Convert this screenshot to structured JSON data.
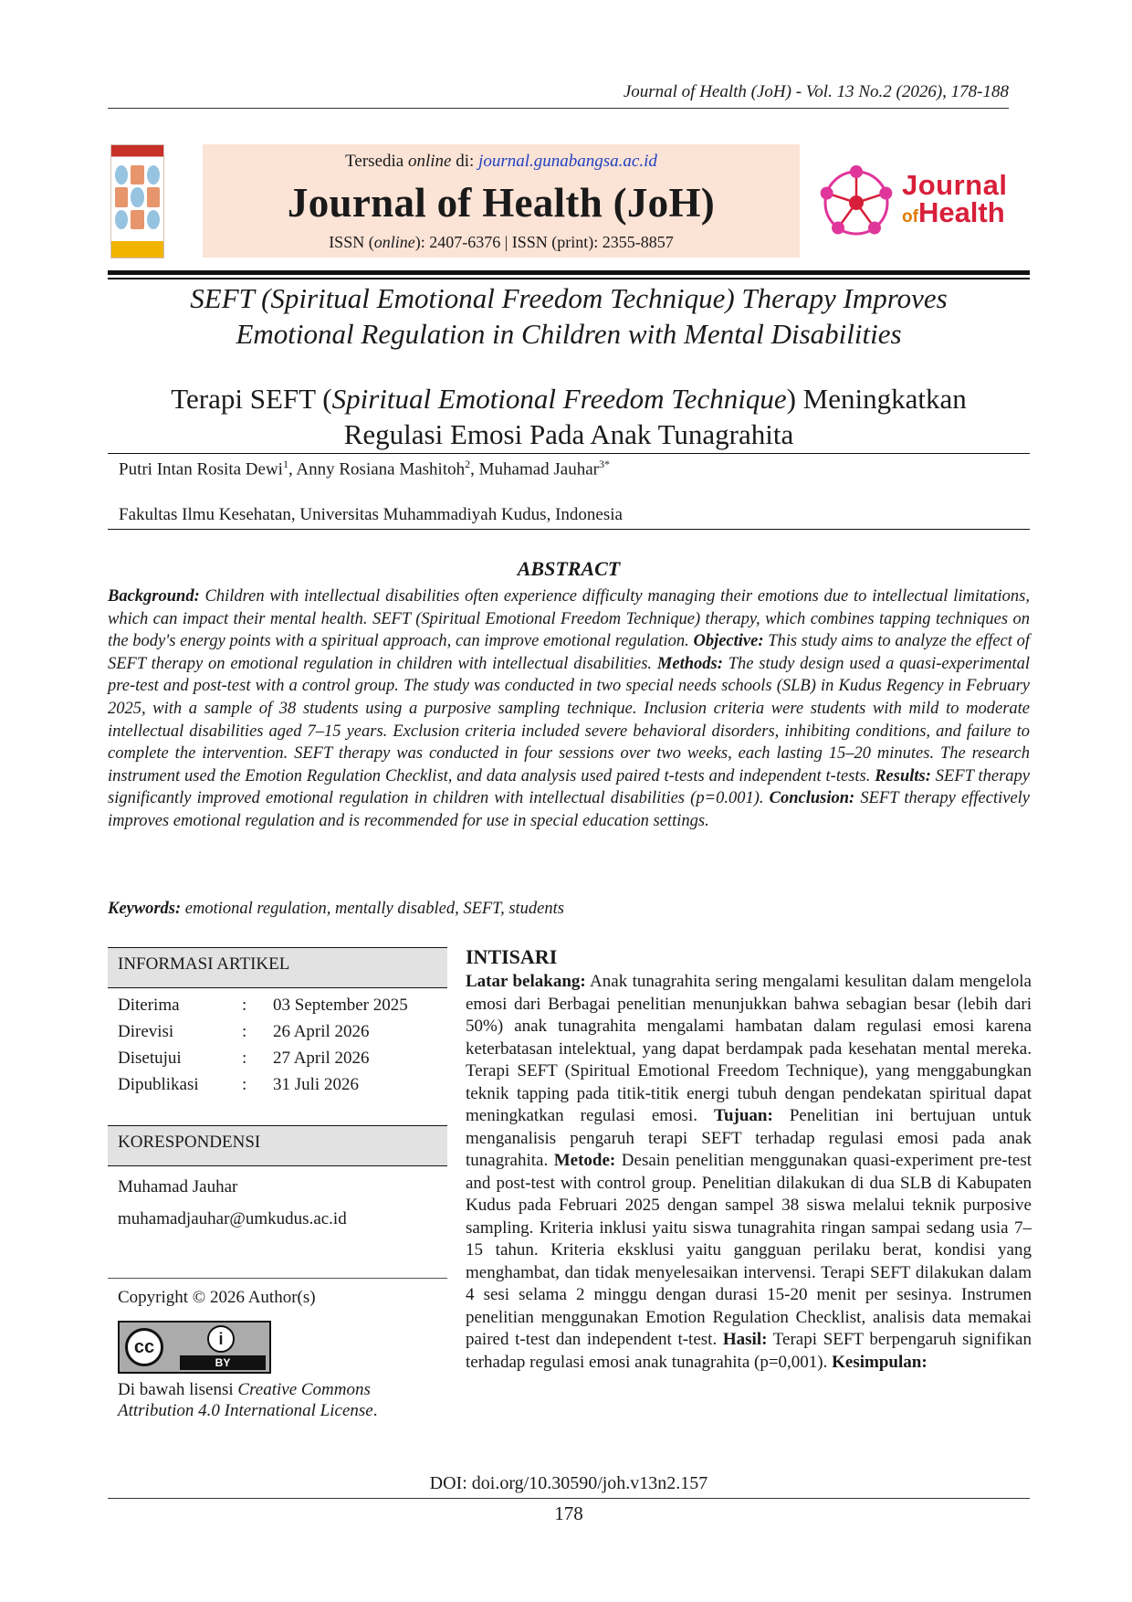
{
  "running_head": "Journal of Health (JoH) - Vol. 13 No.2 (2026), 178-188",
  "masthead": {
    "online_prefix": "Tersedia ",
    "online_word": "online",
    "online_middle": " di: ",
    "online_link": "journal.gunabangsa.ac.id",
    "title": "Journal of Health (JoH)",
    "issn_prefix": "ISSN (",
    "issn_online_word": "online",
    "issn_rest": "): 2407-6376 | ISSN (print): 2355-8857"
  },
  "logo": {
    "line1": "Journal",
    "line2_small": "of",
    "line2": "Health",
    "colors": {
      "primary": "#d81f3a",
      "accent": "#e07a00",
      "pink": "#e0359a"
    }
  },
  "title_en": {
    "line1": "SEFT (Spiritual Emotional Freedom Technique) Therapy Improves",
    "line2": "Emotional Regulation in Children with Mental Disabilities"
  },
  "title_id": {
    "prefix": "Terapi SEFT (",
    "italic": "Spiritual Emotional Freedom Technique",
    "suffix": ") Meningkatkan",
    "line2": "Regulasi Emosi Pada Anak Tunagrahita"
  },
  "authors": [
    {
      "name": "Putri Intan Rosita Dewi",
      "mark": "1",
      "sep": ", "
    },
    {
      "name": "Anny Rosiana Mashitoh",
      "mark": "2",
      "sep": ", "
    },
    {
      "name": "Muhamad Jauhar",
      "mark": "3*",
      "sep": ""
    }
  ],
  "affiliation": "Fakultas Ilmu Kesehatan, Universitas Muhammadiyah Kudus, Indonesia",
  "abstract": {
    "heading": "ABSTRACT",
    "background_label": "Background:",
    "background": " Children with intellectual disabilities often experience difficulty managing their emotions due to intellectual limitations, which can impact their mental health. SEFT (Spiritual Emotional Freedom Technique) therapy, which combines tapping techniques on the body's energy points with a spiritual approach, can improve emotional regulation. ",
    "objective_label": "Objective:",
    "objective": " This study aims to analyze the effect of SEFT therapy on emotional regulation in children with intellectual disabilities. ",
    "methods_label": "Methods:",
    "methods": " The study design used a quasi-experimental pre-test and post-test with a control group. The study was conducted in two special needs schools (SLB) in Kudus Regency in February 2025, with a sample of 38 students using a purposive sampling technique. Inclusion criteria were students with mild to moderate intellectual disabilities aged 7–15 years. Exclusion criteria included severe behavioral disorders, inhibiting conditions, and failure to complete the intervention. SEFT therapy was conducted in four sessions over two weeks, each lasting 15–20 minutes. The research instrument used the Emotion Regulation Checklist, and data analysis used paired t-tests and independent t-tests. ",
    "results_label": "Results:",
    "results": " SEFT therapy significantly improved emotional regulation in children with intellectual disabilities (p=0.001). ",
    "conclusion_label": "Conclusion:",
    "conclusion": " SEFT therapy effectively improves emotional regulation and is recommended for use in special education settings."
  },
  "keywords": {
    "label": "Keywords:",
    "text": " emotional regulation, mentally disabled, SEFT, students"
  },
  "article_info": {
    "heading": "INFORMASI ARTIKEL",
    "dates": [
      {
        "label": "Diterima",
        "sep": ":",
        "value": "03 September 2025"
      },
      {
        "label": "Direvisi",
        "sep": ":",
        "value": "26 April 2026"
      },
      {
        "label": "Disetujui",
        "sep": ":",
        "value": "27 April 2026"
      },
      {
        "label": "Dipublikasi",
        "sep": ":",
        "value": "31 Juli 2026"
      }
    ]
  },
  "correspondence": {
    "heading": "KORESPONDENSI",
    "name": "Muhamad Jauhar",
    "email": "muhamadjauhar@umkudus.ac.id"
  },
  "copyright": {
    "text": "Copyright © 2026 Author(s)",
    "badge_cc": "cc",
    "badge_person": "i",
    "badge_by": "BY",
    "license_prefix": "Di bawah lisensi ",
    "license_italic": "Creative Commons Attribution 4.0 International License",
    "license_suffix": "."
  },
  "intisari": {
    "heading": "INTISARI",
    "latar_label": "Latar belakang:",
    "latar": " Anak tunagrahita sering mengalami kesulitan dalam mengelola emosi dari Berbagai penelitian menunjukkan bahwa sebagian besar (lebih dari 50%) anak tunagrahita mengalami hambatan dalam regulasi emosi karena keterbatasan intelektual, yang dapat berdampak pada kesehatan mental mereka. Terapi SEFT (Spiritual Emotional Freedom Technique), yang menggabungkan teknik tapping pada titik-titik energi tubuh dengan pendekatan spiritual dapat meningkatkan regulasi emosi. ",
    "tujuan_label": "Tujuan:",
    "tujuan": " Penelitian ini bertujuan untuk menganalisis pengaruh terapi SEFT terhadap regulasi emosi pada anak tunagrahita. ",
    "metode_label": "Metode:",
    "metode": " Desain penelitian menggunakan quasi-experiment pre-test and post-test with control group. Penelitian dilakukan di dua SLB di Kabupaten Kudus pada Februari 2025 dengan sampel 38 siswa melalui teknik purposive sampling. Kriteria inklusi yaitu siswa tunagrahita ringan sampai sedang usia 7–15 tahun. Kriteria eksklusi yaitu gangguan perilaku berat, kondisi yang menghambat, dan tidak menyelesaikan intervensi. Terapi SEFT dilakukan dalam 4 sesi selama 2 minggu dengan durasi 15-20 menit per sesinya. Instrumen penelitian menggunakan Emotion Regulation Checklist, analisis data memakai paired t-test dan independent t-test. ",
    "hasil_label": "Hasil:",
    "hasil": " Terapi SEFT berpengaruh signifikan terhadap regulasi emosi anak tunagrahita (p=0,001). ",
    "kesimpulan_label": "Kesimpulan:"
  },
  "footer": {
    "doi": "DOI: doi.org/10.30590/joh.v13n2.157",
    "page": "178"
  }
}
